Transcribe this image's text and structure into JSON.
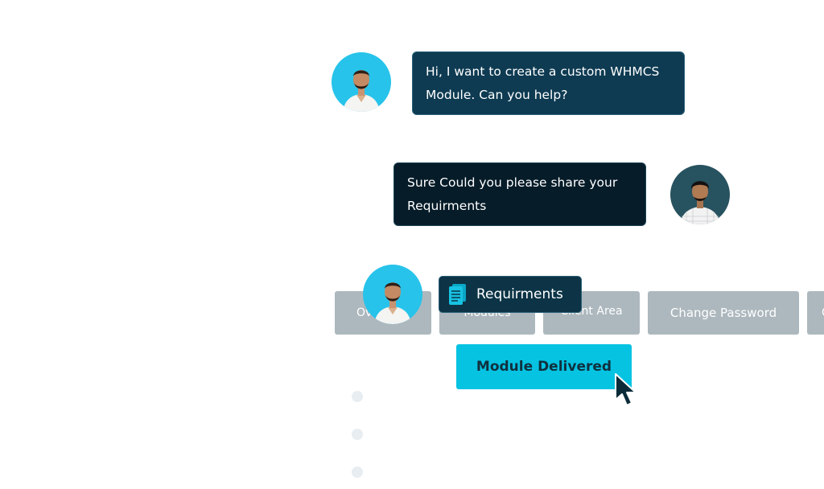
{
  "chat": {
    "message_1": {
      "line_1": "Hi, I want to create a custom WHMCS",
      "line_2": "Module.  Can you help?"
    },
    "message_2": {
      "line_1": "Sure Could you please share your",
      "line_2": "Requirments"
    }
  },
  "tabs": [
    {
      "label": "Overview"
    },
    {
      "label": "Modules"
    },
    {
      "label": "Client Area"
    },
    {
      "label": "Change Password"
    },
    {
      "label": "C"
    }
  ],
  "attachment": {
    "label": "Requirments",
    "icon": "document-icon"
  },
  "cta": {
    "label": "Module Delivered"
  },
  "colors": {
    "client_bubble": "#0e3b52",
    "agent_bubble": "#061c29",
    "tab_bg": "#adb8be",
    "cta_bg": "#06c3e2",
    "avatar_blue": "#27c3ea"
  }
}
